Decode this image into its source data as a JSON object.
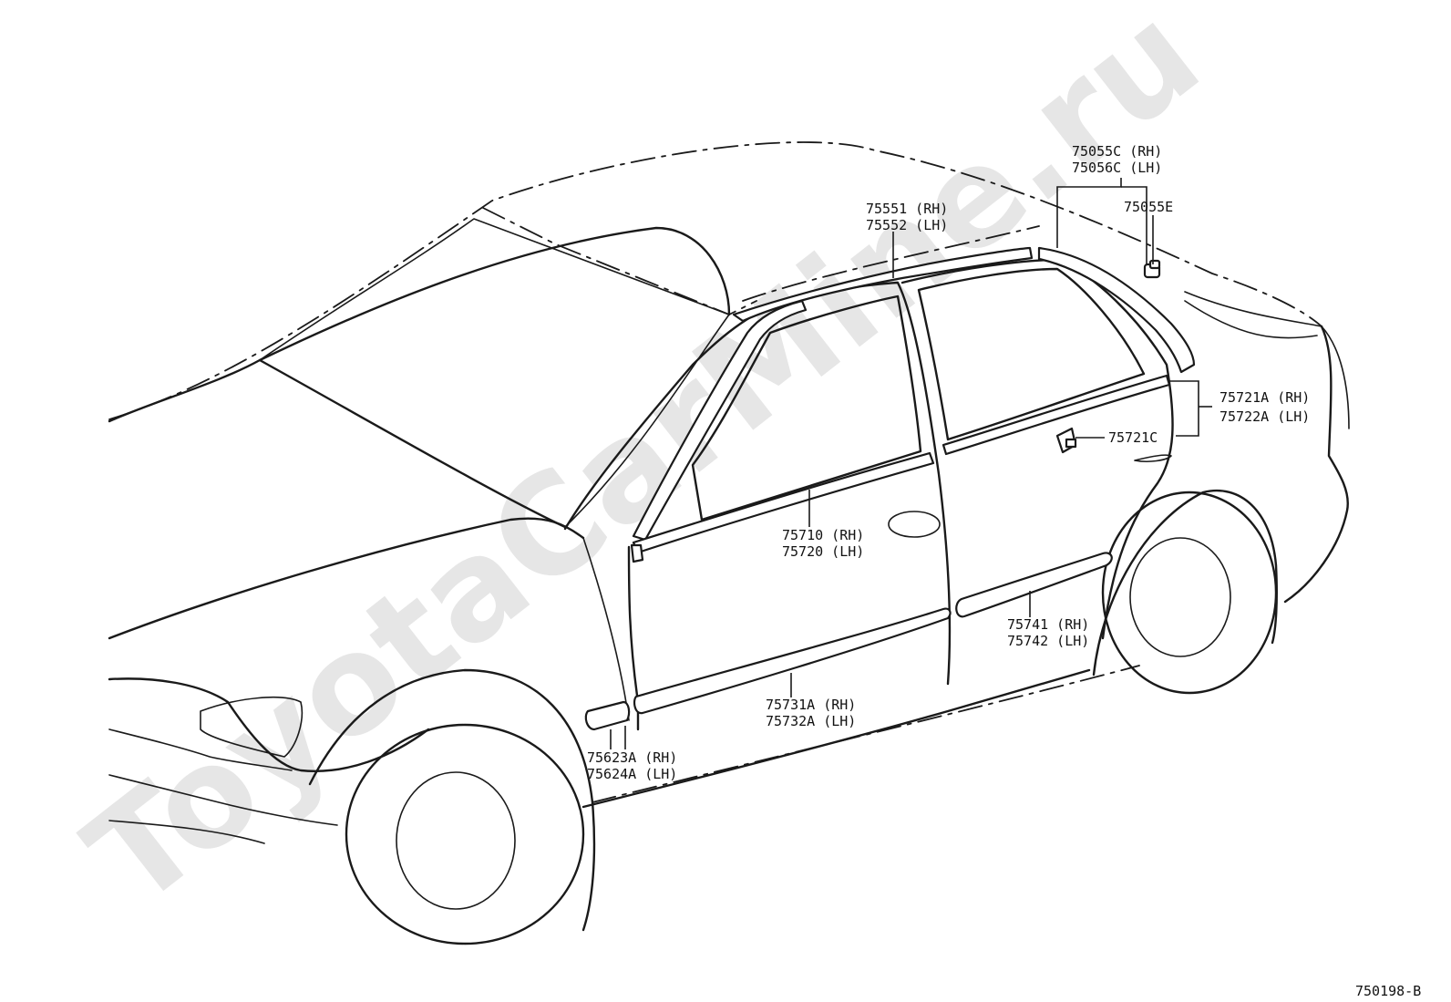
{
  "watermark": "ToyotaCarMine.ru",
  "figure_code": "750198-B",
  "callouts": {
    "c75055c": {
      "rh": "75055C (RH)",
      "lh": "75056C (LH)"
    },
    "c75055e": "75055E",
    "c75551": {
      "rh": "75551 (RH)",
      "lh": "75552 (LH)"
    },
    "c75721a": {
      "rh": "75721A (RH)",
      "lh": "75722A (LH)"
    },
    "c75721c": "75721C",
    "c75710": {
      "rh": "75710 (RH)",
      "lh": "75720 (LH)"
    },
    "c75741": {
      "rh": "75741 (RH)",
      "lh": "75742 (LH)"
    },
    "c75731a": {
      "rh": "75731A (RH)",
      "lh": "75732A (LH)"
    },
    "c75623a": {
      "rh": "75623A (RH)",
      "lh": "75624A (LH)"
    }
  }
}
